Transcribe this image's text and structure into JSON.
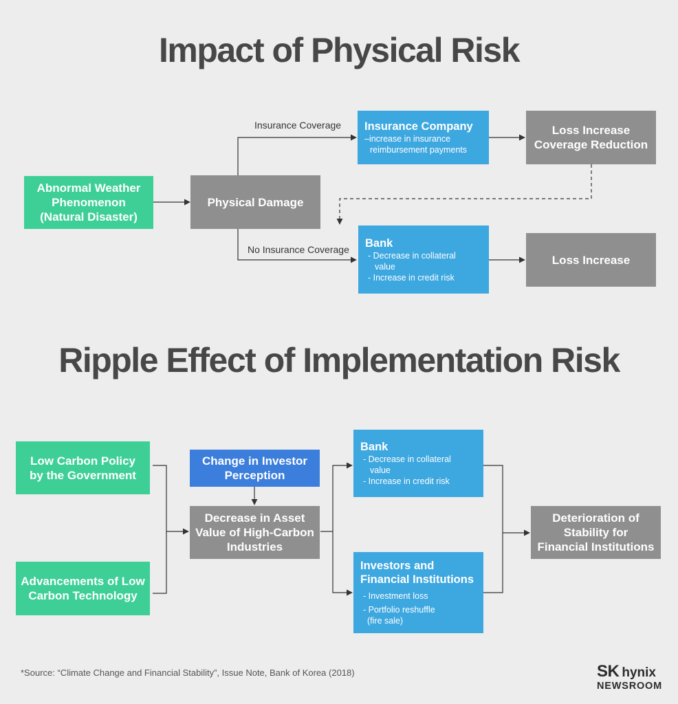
{
  "titles": {
    "physical": "Impact of Physical Risk",
    "ripple": "Ripple Effect of Implementation Risk"
  },
  "physical": {
    "abnormal": [
      "Abnormal Weather",
      "Phenomenon",
      "(Natural Disaster)"
    ],
    "damage": "Physical Damage",
    "insurance_label": "Insurance Coverage",
    "no_insurance_label": "No Insurance Coverage",
    "insurance_company": {
      "title": "Insurance Company",
      "lines": [
        "–increase in insurance",
        "reimbursement payments"
      ]
    },
    "loss_coverage": [
      "Loss Increase",
      "Coverage Reduction"
    ],
    "bank": {
      "title": "Bank",
      "lines": [
        "- Decrease in collateral",
        "value",
        "- Increase in credit risk"
      ]
    },
    "loss_increase": "Loss Increase"
  },
  "ripple": {
    "low_carbon_policy": [
      "Low Carbon Policy",
      "by the Government"
    ],
    "advancements": [
      "Advancements of Low",
      "Carbon Technology"
    ],
    "investor_perception": [
      "Change in Investor",
      "Perception"
    ],
    "asset_decrease": [
      "Decrease in Asset",
      "Value of High-Carbon",
      "Industries"
    ],
    "bank": {
      "title": "Bank",
      "lines": [
        "- Decrease in collateral",
        "value",
        "- Increase in credit risk"
      ]
    },
    "investors": {
      "title": [
        "Investors and",
        "Financial Institutions"
      ],
      "lines": [
        "- Investment loss",
        "- Portfolio reshuffle",
        "(fire sale)"
      ]
    },
    "deterioration": [
      "Deterioration of",
      "Stability for",
      "Financial Institutions"
    ]
  },
  "source": "*Source: “Climate Change and Financial Stability”, Issue Note, Bank of Korea (2018)",
  "logo": {
    "sk": "SK",
    "hynix": "hynix",
    "newsroom": "NEWSROOM"
  },
  "colors": {
    "green": "#3ecf97",
    "gray": "#8f8f8f",
    "blue": "#3da7e0",
    "dark_blue": "#3b7edc",
    "background": "#ededed",
    "title": "#474747"
  }
}
